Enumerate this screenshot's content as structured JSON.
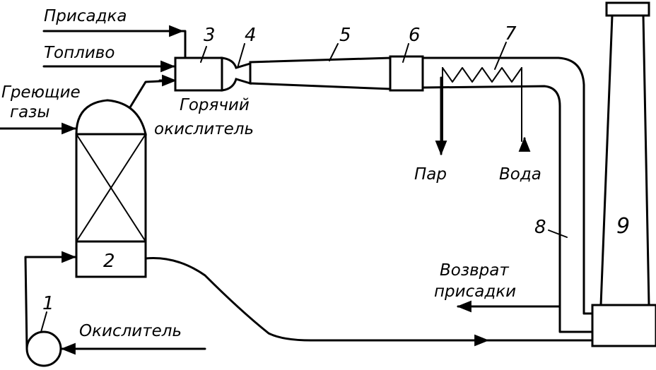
{
  "labels": {
    "prisadka": "Присадка",
    "toplivo": "Топливо",
    "greyushchie_line1": "Греющие",
    "greyushchie_line2": "газы",
    "goryachiy_line1": "Горячий",
    "goryachiy_line2": "окислитель",
    "par": "Пар",
    "voda": "Вода",
    "vozvrat_line1": "Возврат",
    "vozvrat_line2": "присадки",
    "okislitel": "Окислитель"
  },
  "numbers": {
    "n1": "1",
    "n2": "2",
    "n3": "3",
    "n4": "4",
    "n5": "5",
    "n6": "6",
    "n7": "7",
    "n8": "8",
    "n9": "9"
  }
}
